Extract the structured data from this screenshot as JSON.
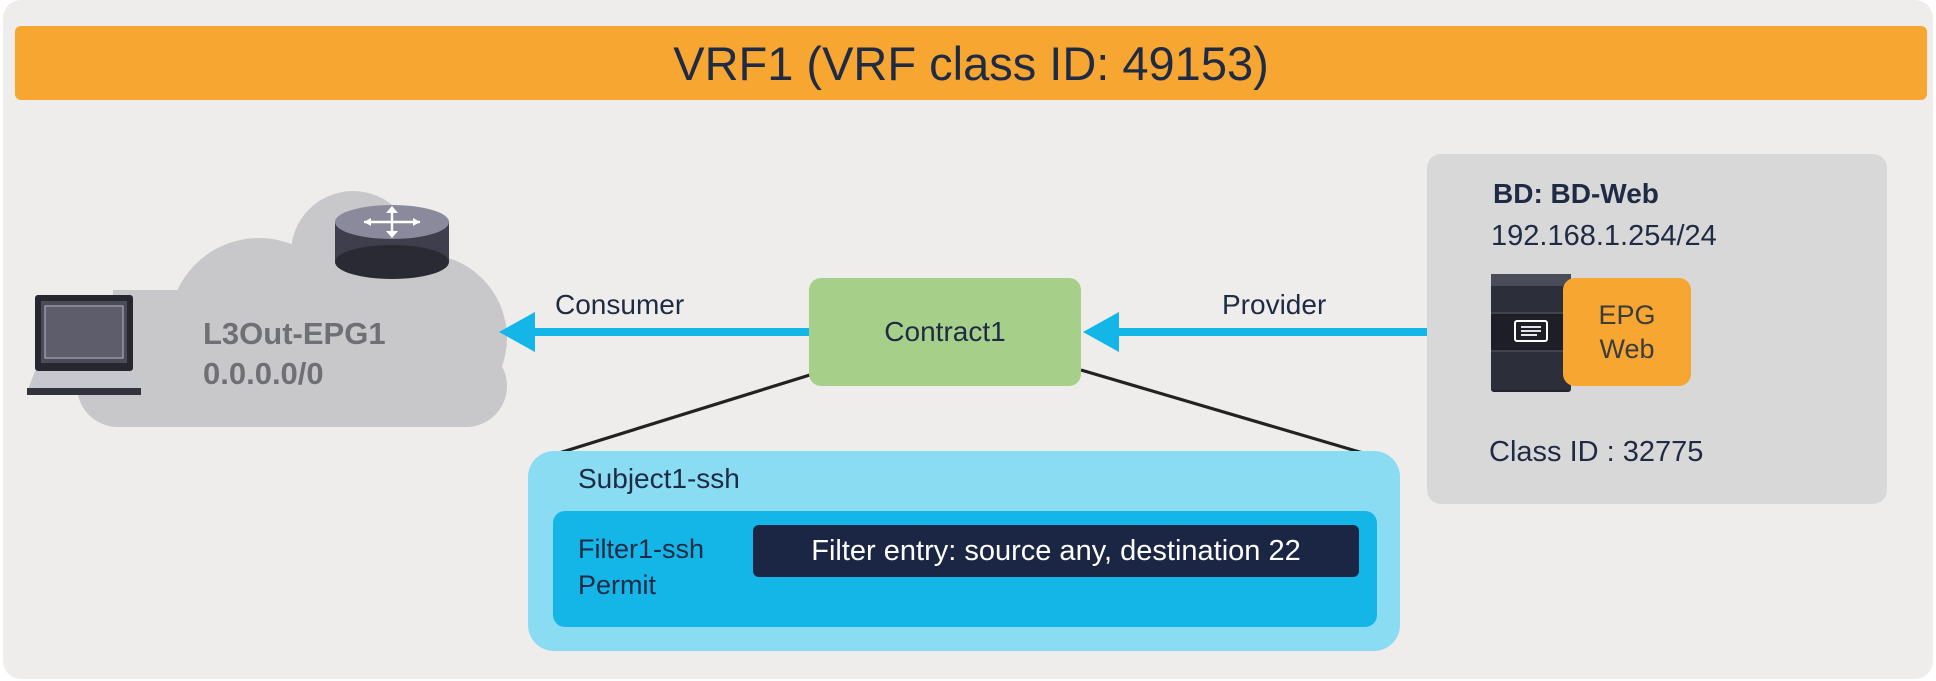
{
  "vrf": {
    "title": "VRF1 (VRF class ID: 49153)"
  },
  "l3out": {
    "name": "L3Out-EPG1",
    "subnet": "0.0.0.0/0"
  },
  "contract": {
    "name": "Contract1"
  },
  "labels": {
    "consumer": "Consumer",
    "provider": "Provider"
  },
  "bd": {
    "name": "BD: BD-Web",
    "subnet": "192.168.1.254/24",
    "epg_line1": "EPG",
    "epg_line2": "Web",
    "class_id": "Class ID : 32775"
  },
  "subject": {
    "name": "Subject1-ssh",
    "filter_name": "Filter1-ssh",
    "filter_action": "Permit",
    "filter_entry": "Filter entry: source any, destination 22"
  },
  "colors": {
    "vrf_bar": "#f6a631",
    "contract": "#a6d08a",
    "arrow": "#14b5e7",
    "subject": "#8adcf3",
    "filter": "#14b5e7",
    "filter_entry": "#1b2645",
    "cloud": "#c8c8ca",
    "epg": "#f6a631"
  },
  "icons": [
    "laptop-icon",
    "router-icon",
    "cloud-icon",
    "server-icon",
    "arrow-left-icon"
  ]
}
